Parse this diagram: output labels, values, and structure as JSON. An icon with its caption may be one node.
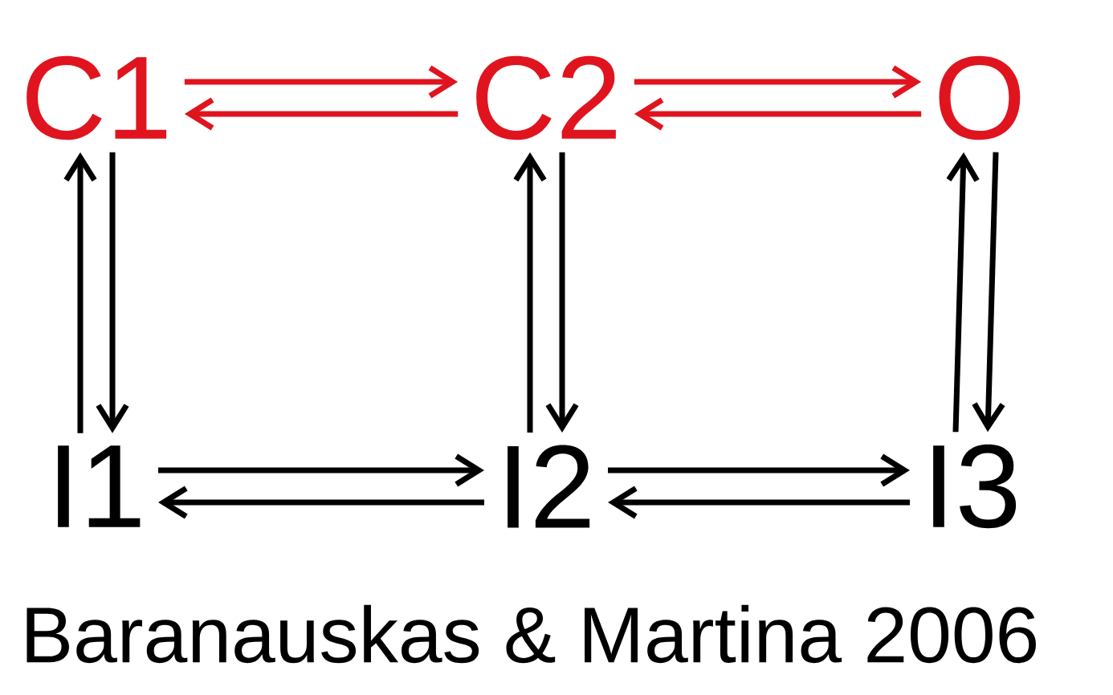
{
  "diagram": {
    "caption": "Baranauskas & Martina 2006",
    "nodes": [
      {
        "text": [
          "C1"
        ]
      },
      {
        "text": [
          "C2"
        ]
      },
      {
        "text": [
          "O"
        ]
      },
      {
        "text": [
          "I1"
        ]
      },
      {
        "text": [
          "I2"
        ]
      },
      {
        "text": [
          "I3"
        ]
      }
    ],
    "edges": [
      {
        "from": 0,
        "to": 1,
        "arrow": "to",
        "color": "#e0141e"
      },
      {
        "from": 1,
        "to": 0,
        "arrow": "to",
        "color": "#e0141e"
      },
      {
        "from": 1,
        "to": 2,
        "arrow": "to",
        "color": "#e0141e"
      },
      {
        "from": 2,
        "to": 1,
        "arrow": "to",
        "color": "#e0141e"
      },
      {
        "from": 0,
        "to": 3,
        "arrow": "to"
      },
      {
        "from": 3,
        "to": 0,
        "arrow": "to"
      },
      {
        "from": 1,
        "to": 4,
        "arrow": "to"
      },
      {
        "from": 4,
        "to": 1,
        "arrow": "to"
      },
      {
        "from": 2,
        "to": 5,
        "arrow": "to"
      },
      {
        "from": 5,
        "to": 2,
        "arrow": "to"
      },
      {
        "from": 3,
        "to": 4,
        "arrow": "to"
      },
      {
        "from": 4,
        "to": 3,
        "arrow": "to"
      },
      {
        "from": 4,
        "to": 5,
        "arrow": "to"
      },
      {
        "from": 5,
        "to": 4,
        "arrow": "to"
      }
    ]
  }
}
